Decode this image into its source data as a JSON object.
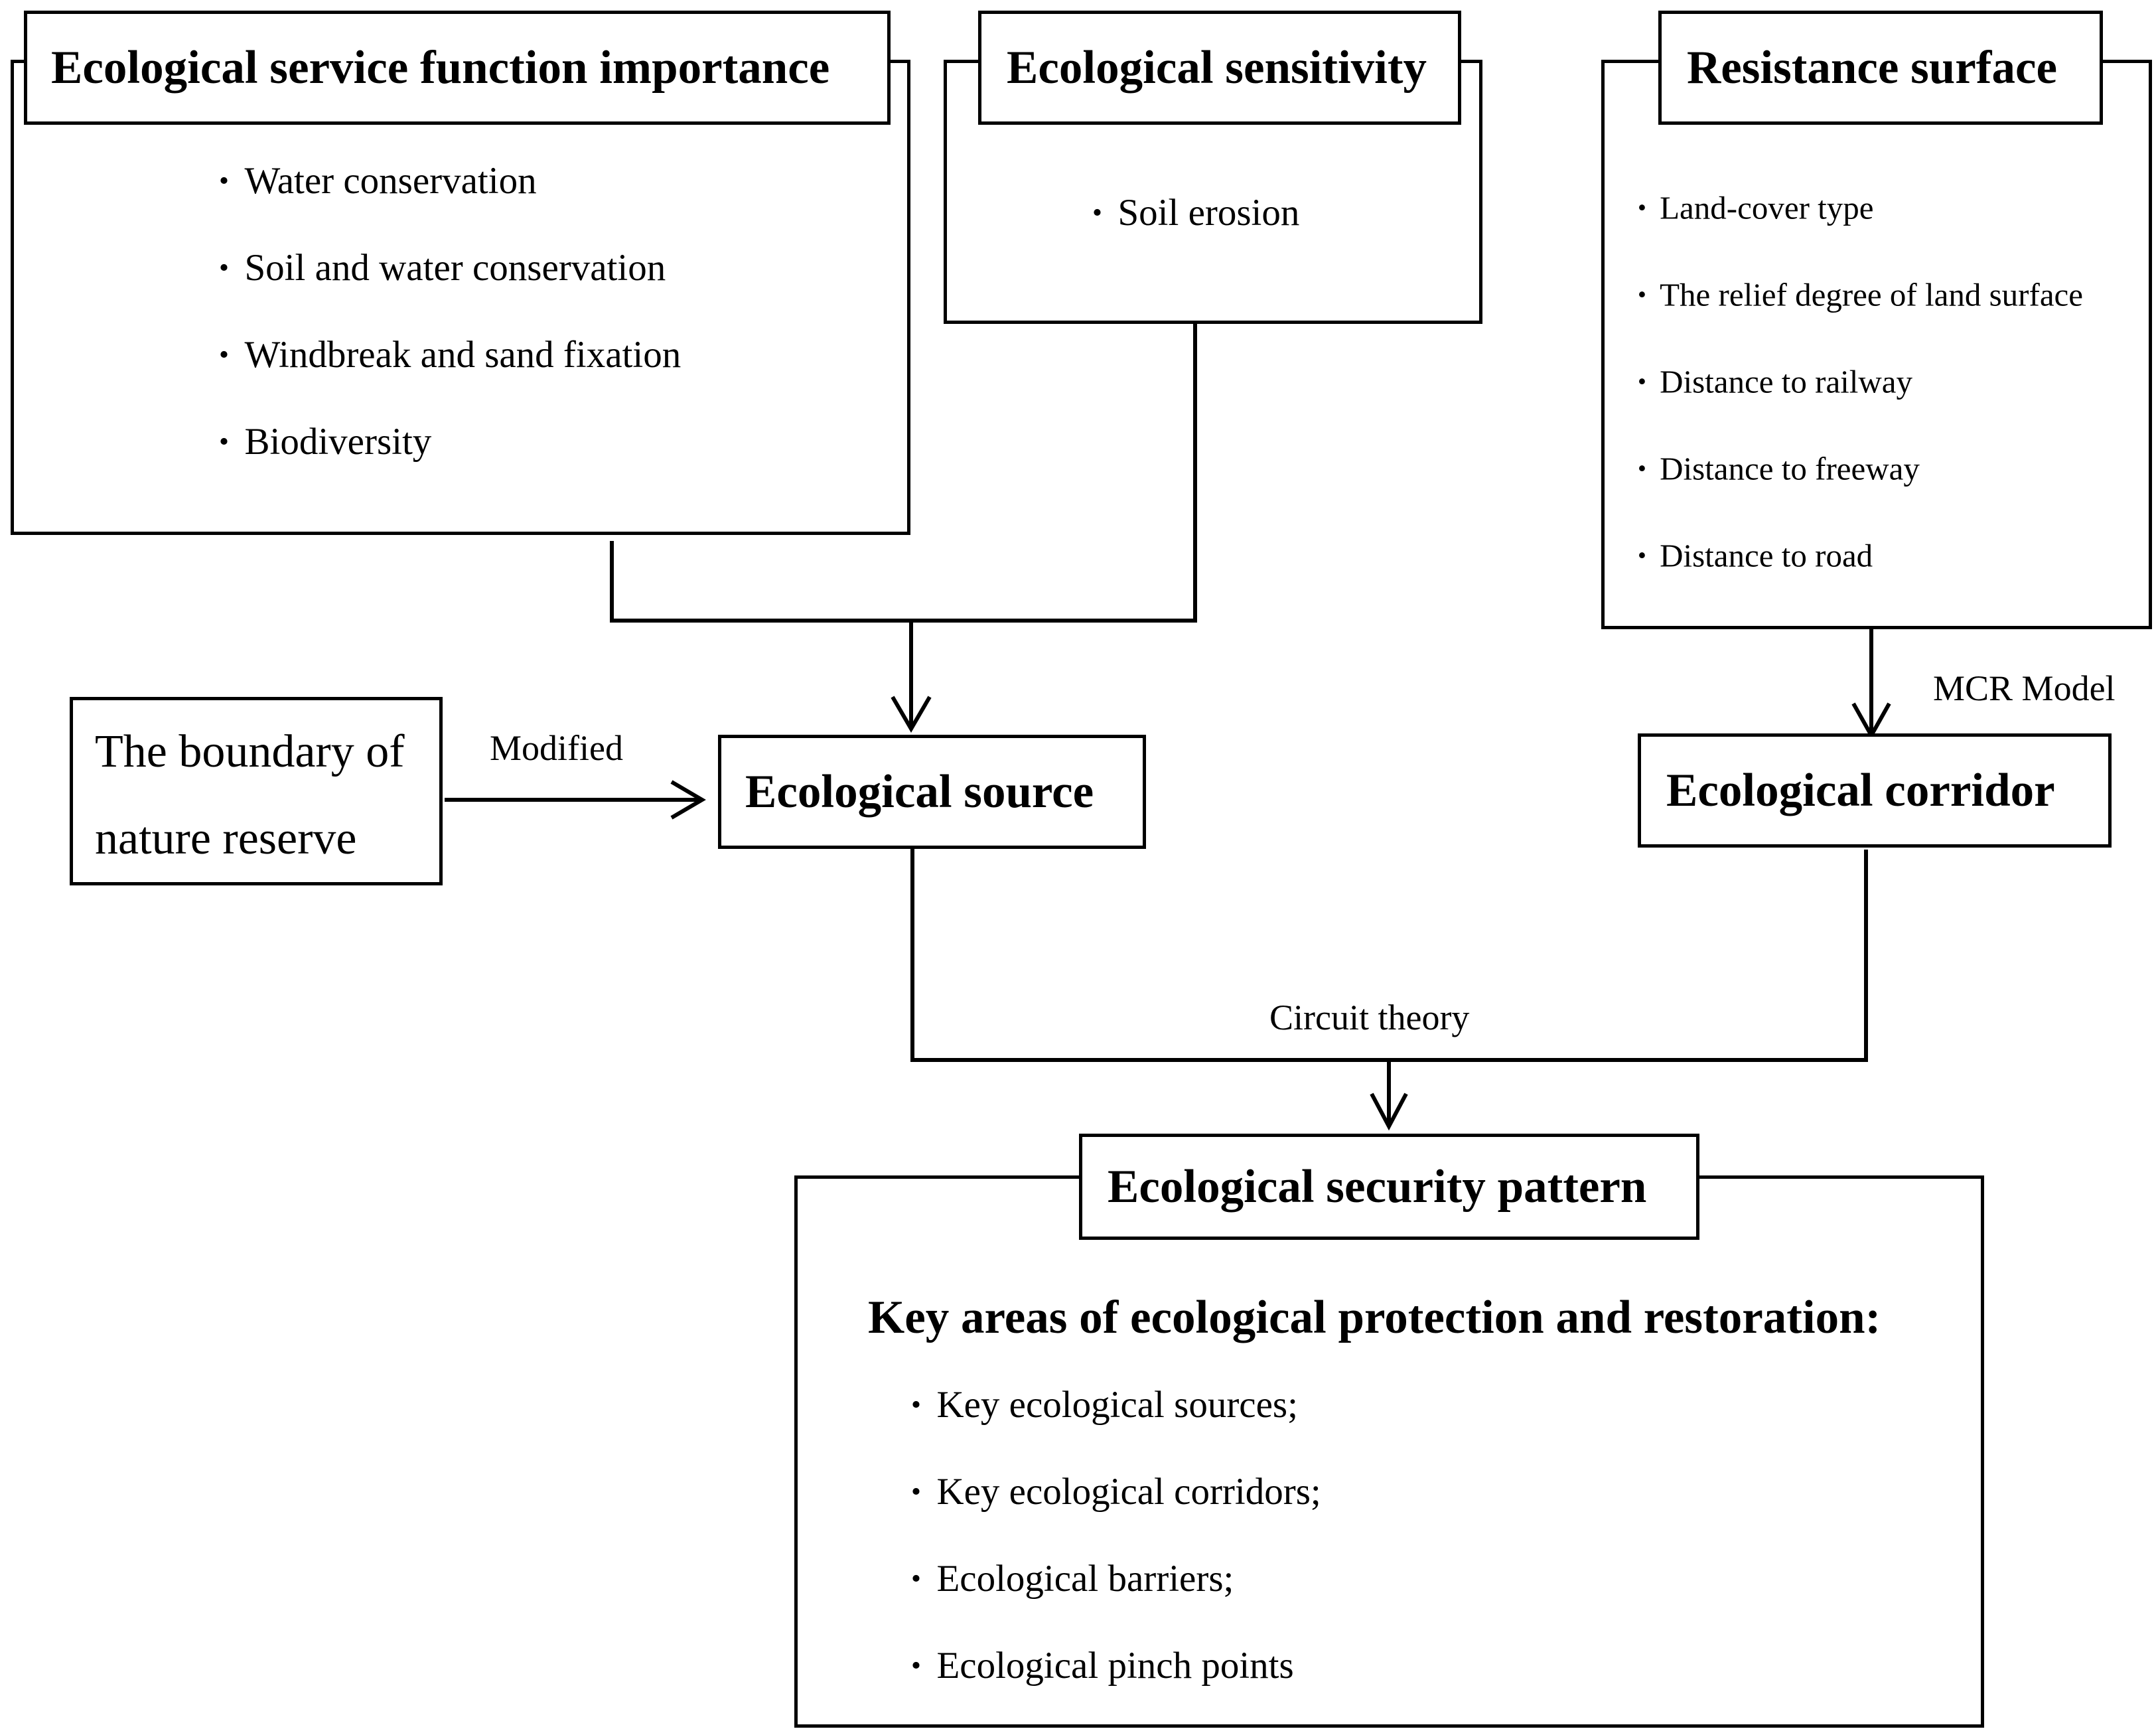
{
  "service_function": {
    "title": "Ecological service function importance",
    "items": [
      "Water conservation",
      "Soil and water conservation",
      "Windbreak and sand fixation",
      "Biodiversity"
    ]
  },
  "sensitivity": {
    "title": "Ecological sensitivity",
    "items": [
      "Soil erosion"
    ]
  },
  "resistance": {
    "title": "Resistance surface",
    "items": [
      "Land-cover type",
      "The relief degree of land surface",
      "Distance to railway",
      "Distance to freeway",
      "Distance to road"
    ]
  },
  "boundary": {
    "line1": "The boundary of",
    "line2": "nature reserve"
  },
  "source": {
    "title": "Ecological source"
  },
  "corridor": {
    "title": "Ecological corridor"
  },
  "security": {
    "title": "Ecological security pattern",
    "subtitle": "Key areas of ecological protection and restoration:",
    "items": [
      "Key ecological sources;",
      "Key ecological corridors;",
      "Ecological barriers;",
      "Ecological pinch points"
    ]
  },
  "edge_labels": {
    "modified": "Modified",
    "mcr": "MCR Model",
    "circuit": "Circuit theory"
  },
  "colors": {
    "stroke": "#000000",
    "background": "#ffffff",
    "text": "#000000"
  }
}
